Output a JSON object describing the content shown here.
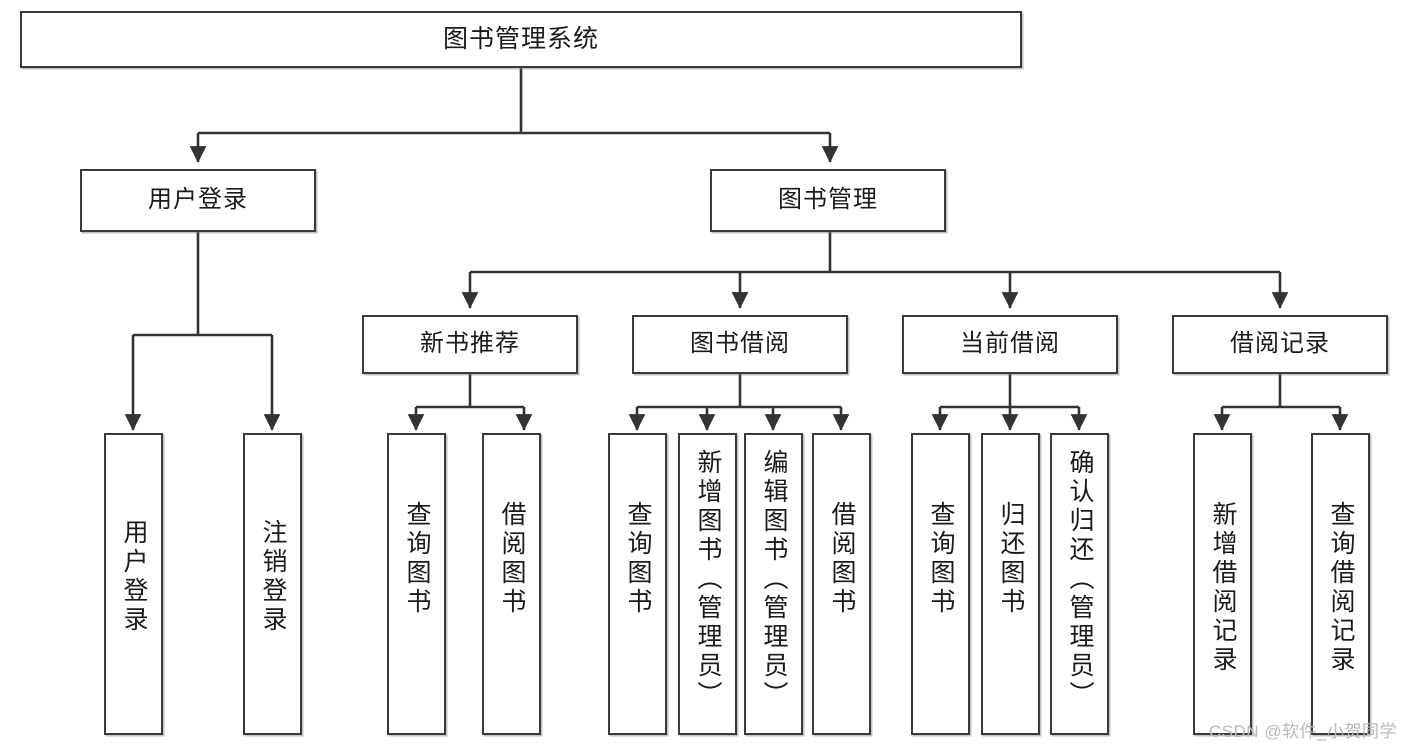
{
  "diagram": {
    "title": "图书管理系统",
    "type": "hierarchy-tree",
    "watermark": "CSDN @软件_小贺同学",
    "colors": {
      "box_border": "#3a3a3a",
      "box_fill": "#ffffff",
      "connector": "#333333",
      "text": "#1b1b1b",
      "watermark": "#b9b9b9"
    },
    "root": {
      "label": "图书管理系统"
    },
    "level2": [
      {
        "label": "用户登录"
      },
      {
        "label": "图书管理"
      }
    ],
    "level3": [
      {
        "label": "新书推荐"
      },
      {
        "label": "图书借阅"
      },
      {
        "label": "当前借阅"
      },
      {
        "label": "借阅记录"
      }
    ],
    "leaves": {
      "user_login": [
        {
          "label": "用户登录"
        },
        {
          "label": "注销登录"
        }
      ],
      "new_book_recommend": [
        {
          "label": "查询图书"
        },
        {
          "label": "借阅图书"
        }
      ],
      "book_borrow": [
        {
          "label": "查询图书"
        },
        {
          "label": "新增图书（管理员）"
        },
        {
          "label": "编辑图书（管理员）"
        },
        {
          "label": "借阅图书"
        }
      ],
      "current_borrow": [
        {
          "label": "查询图书"
        },
        {
          "label": "归还图书"
        },
        {
          "label": "确认归还（管理员）"
        }
      ],
      "borrow_record": [
        {
          "label": "新增借阅记录"
        },
        {
          "label": "查询借阅记录"
        }
      ]
    }
  }
}
